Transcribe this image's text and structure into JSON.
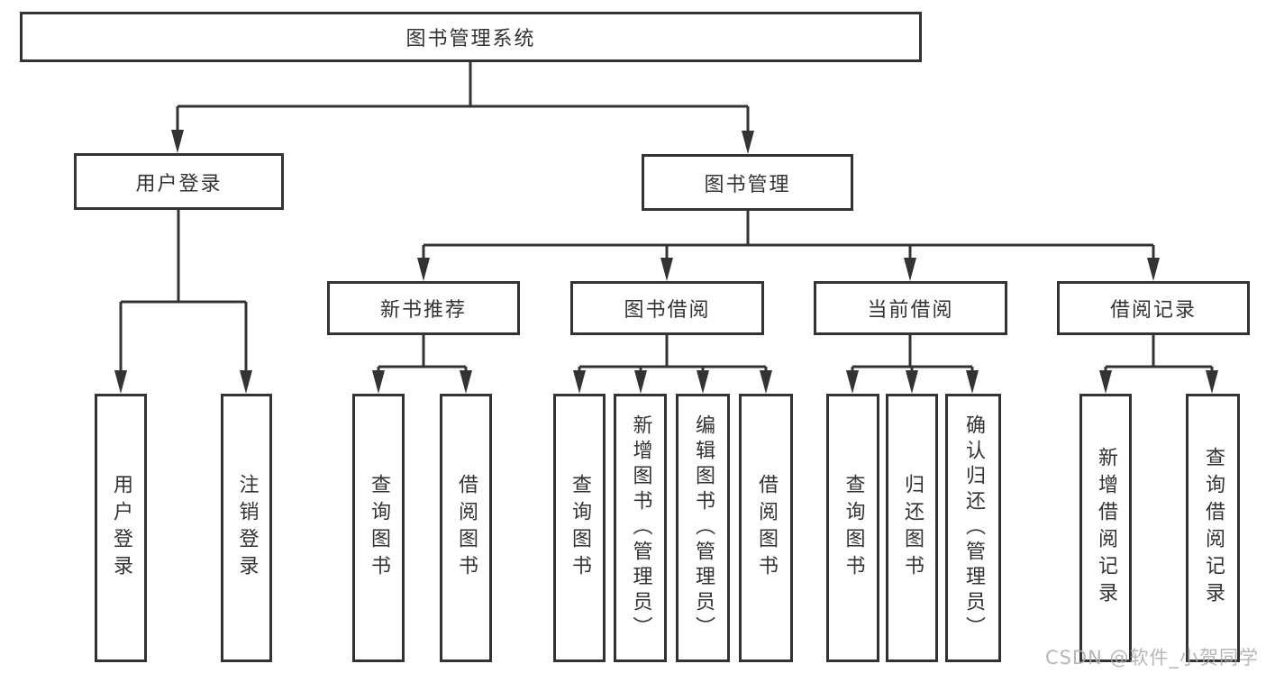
{
  "diagram": {
    "nodes": {
      "root": "图书管理系统",
      "user_login": "用户登录",
      "book_mgmt": "图书管理",
      "new_book_rec": "新书推荐",
      "book_borrow": "图书借阅",
      "current_borrow": "当前借阅",
      "borrow_records": "借阅记录",
      "ul_user_login": "用户登录",
      "ul_logout": "注销登录",
      "nbr_query_book": "查询图书",
      "nbr_borrow_book": "借阅图书",
      "bb_query_book": "查询图书",
      "bb_add_book": "新增图书（管理员）",
      "bb_edit_book": "编辑图书（管理员）",
      "bb_borrow_book": "借阅图书",
      "cb_query_book": "查询图书",
      "cb_return_book": "归还图书",
      "cb_confirm_return": "确认归还（管理员）",
      "br_add_record": "新增借阅记录",
      "br_query_record": "查询借阅记录"
    },
    "colors": {
      "line": "#333333",
      "text": "#333333",
      "background": "#ffffff",
      "watermark": "#aaaaaa"
    },
    "watermark": "CSDN @软件_小贺同学"
  }
}
